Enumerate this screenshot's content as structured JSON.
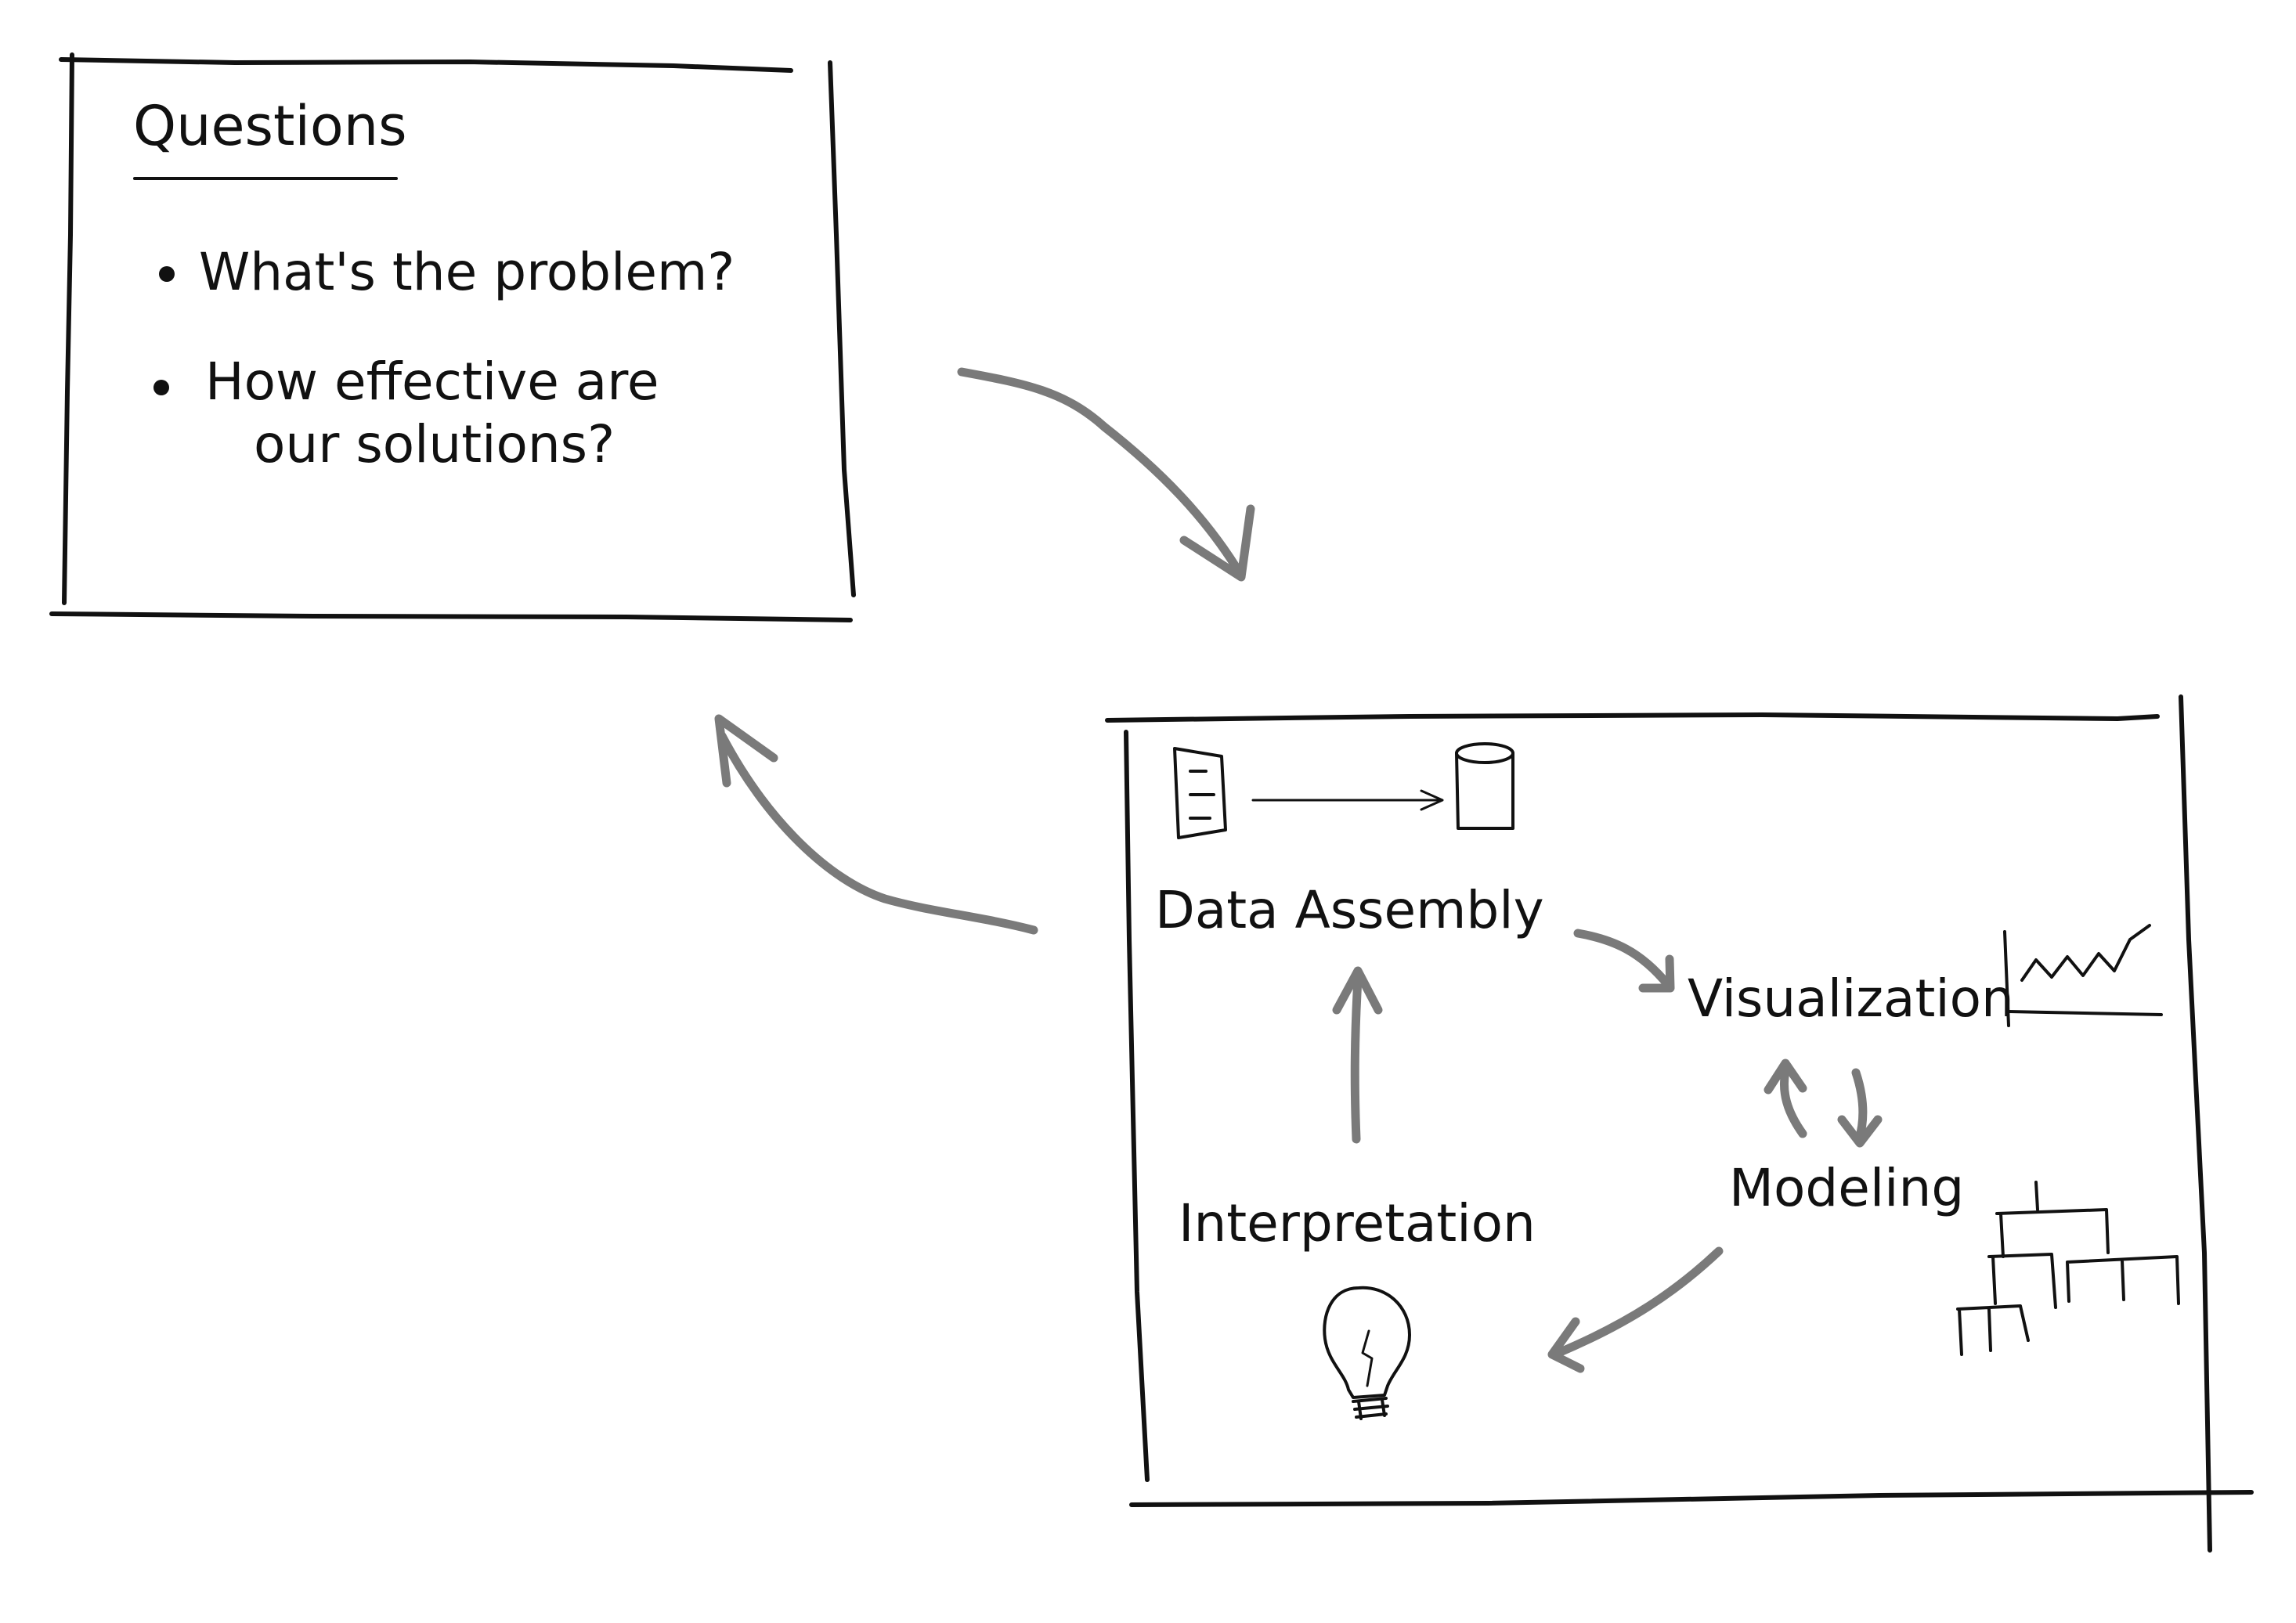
{
  "questions_panel": {
    "title": "Questions",
    "items": [
      {
        "lines": [
          "What's the problem?"
        ]
      },
      {
        "lines": [
          "How effective are",
          "our solutions?"
        ]
      }
    ]
  },
  "process_panel": {
    "steps": {
      "data_assembly": "Data Assembly",
      "visualization": "Visualization",
      "modeling": "Modeling",
      "interpretation": "Interpretation"
    }
  },
  "colors": {
    "ink": "#111111",
    "arrow": "#7a7a7a",
    "background": "#ffffff"
  },
  "icons": [
    "document-icon",
    "database-icon",
    "line-chart-icon",
    "stacked-blocks-icon",
    "lightbulb-icon"
  ]
}
